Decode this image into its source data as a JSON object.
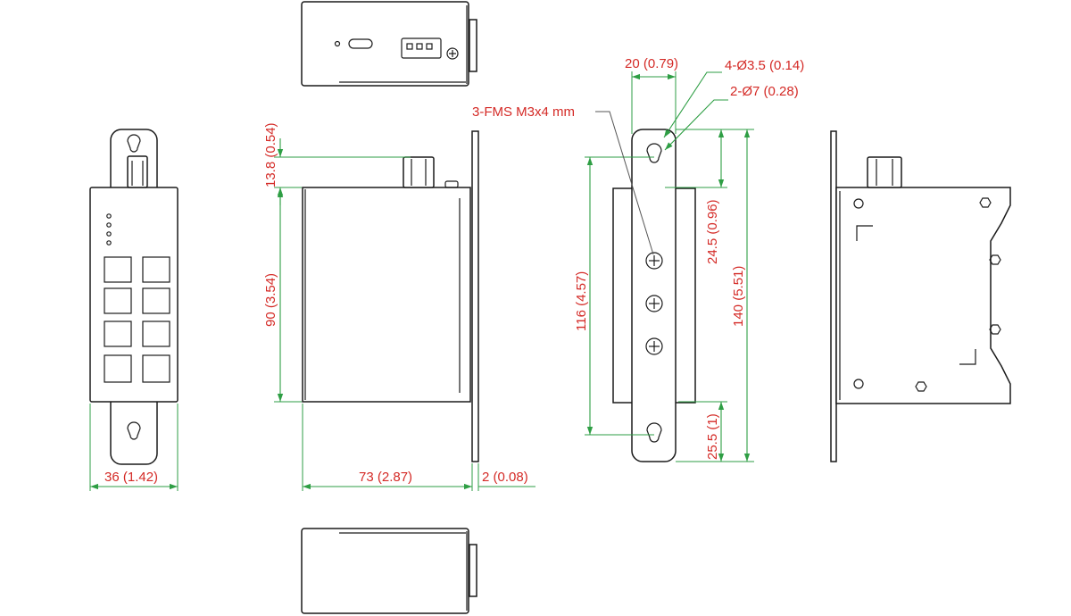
{
  "colors": {
    "outline": "#1a1a1a",
    "dimension": "#2e9e44",
    "label": "#d42a26"
  },
  "dimensions": {
    "width_36": "36 (1.42)",
    "height_90": "90 (3.54)",
    "connector_13_8": "13.8 (0.54)",
    "depth_73": "73 (2.87)",
    "plate_2": "2 (0.08)",
    "plate_width_20": "20 (0.79)",
    "hole_116": "116 (4.57)",
    "plate_140": "140 (5.51)",
    "offset_24_5": "24.5 (0.96)",
    "offset_25_5": "25.5 (1)"
  },
  "callouts": {
    "holes_small": "4-Ø3.5 (0.14)",
    "holes_large": "2-Ø7 (0.28)",
    "screws": "3-FMS M3x4 mm"
  }
}
